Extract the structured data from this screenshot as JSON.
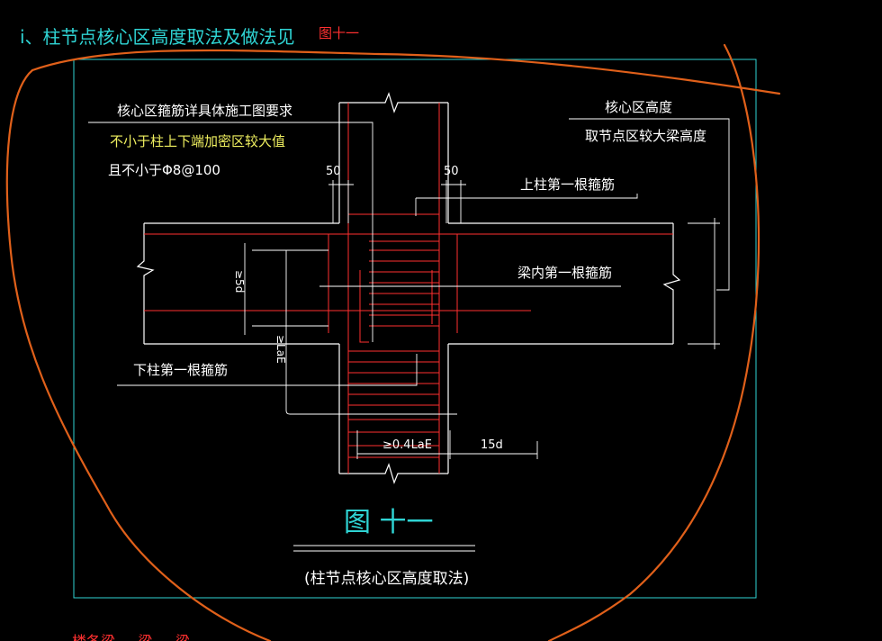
{
  "header": {
    "title": "i、柱节点核心区高度取法及做法见",
    "ref": "图十一"
  },
  "notes": {
    "line1": "核心区箍筋详具体施工图要求",
    "line2": "不小于柱上下端加密区较大值",
    "line3": "且不小于Φ8@100"
  },
  "right_note": {
    "line1": "核心区高度",
    "line2": "取节点区较大梁高度"
  },
  "labels": {
    "upper_stirrup": "上柱第一根箍筋",
    "beam_stirrup": "梁内第一根箍筋",
    "lower_stirrup": "下柱第一根箍筋"
  },
  "dims": {
    "left_50": "50",
    "right_50": "50",
    "ge_5d": "≥5d",
    "ge_lae": "≥LaE",
    "ge_04lae": "≥0.4LaE",
    "d15": "15d"
  },
  "caption": {
    "figure": "图  十一",
    "sub": "(柱节点核心区高度取法)"
  },
  "footer_partial": "楼各梁 ... 梁 ... 梁",
  "colors": {
    "cyan": "#2fd4d4",
    "white": "#ffffff",
    "yellow": "#f0f060",
    "red": "#ff3030",
    "orange": "#e0601a",
    "background": "#000000"
  }
}
